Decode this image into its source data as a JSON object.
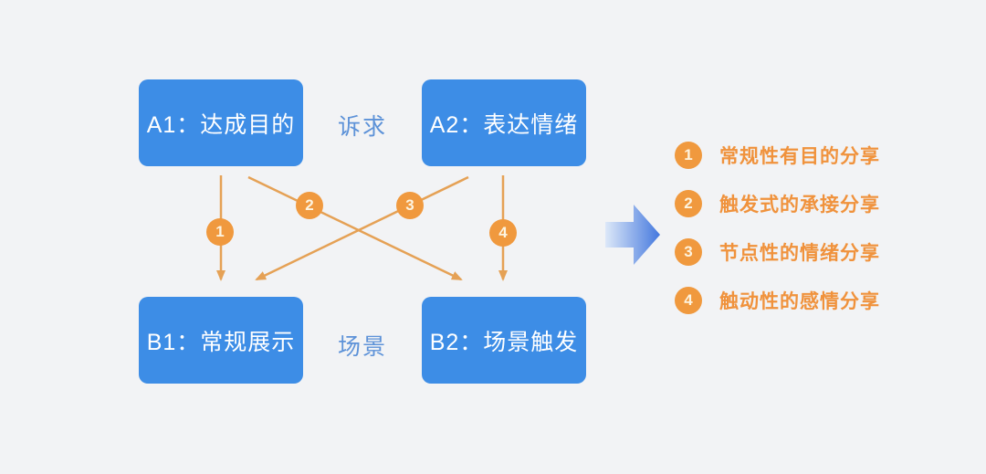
{
  "colors": {
    "background": "#f2f3f5",
    "node_blue": "#3d8de6",
    "node_text": "#ffffff",
    "axis_label_blue": "#5d92d8",
    "badge_orange": "#f0993e",
    "badge_number_color": "#fdf4e0",
    "arrow_line_orange": "#e5a155",
    "legend_text_orange": "#f0923c",
    "big_arrow_gradient_start": "#dde8f8",
    "big_arrow_gradient_end": "#4478de"
  },
  "nodes": [
    {
      "id": "A1",
      "label": "A1：达成目的"
    },
    {
      "id": "A2",
      "label": "A2：表达情绪"
    },
    {
      "id": "B1",
      "label": "B1：常规展示"
    },
    {
      "id": "B2",
      "label": "B2：场景触发"
    }
  ],
  "axis_labels": [
    "诉求",
    "场景"
  ],
  "arrows": [
    {
      "num": "1",
      "from": "A1",
      "to": "B1"
    },
    {
      "num": "2",
      "from": "A1",
      "to": "B2"
    },
    {
      "num": "3",
      "from": "A2",
      "to": "B1"
    },
    {
      "num": "4",
      "from": "A2",
      "to": "B2"
    }
  ],
  "legend": [
    {
      "num": "1",
      "text": "常规性有目的分享"
    },
    {
      "num": "2",
      "text": "触发式的承接分享"
    },
    {
      "num": "3",
      "text": "节点性的情绪分享"
    },
    {
      "num": "4",
      "text": "触动性的感情分享"
    }
  ]
}
